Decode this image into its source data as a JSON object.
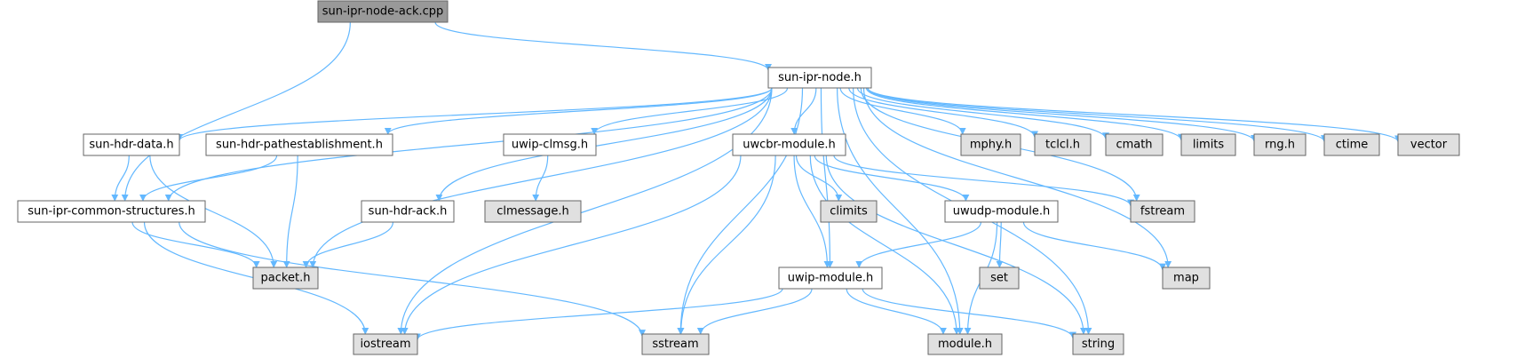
{
  "colors": {
    "edge": "#63b8ff",
    "root_fill": "#999999",
    "header_fill": "#ffffff",
    "system_fill": "#e0e0e0",
    "border": "#666666",
    "background": "#ffffff"
  },
  "nodes": [
    {
      "id": "root",
      "label": "sun-ipr-node-ack.cpp",
      "kind": "root"
    },
    {
      "id": "node_h",
      "label": "sun-ipr-node.h",
      "kind": "header"
    },
    {
      "id": "hdr_data",
      "label": "sun-hdr-data.h",
      "kind": "header"
    },
    {
      "id": "hdr_path",
      "label": "sun-hdr-pathestablishment.h",
      "kind": "header"
    },
    {
      "id": "clmsg",
      "label": "uwip-clmsg.h",
      "kind": "header"
    },
    {
      "id": "uwcbr",
      "label": "uwcbr-module.h",
      "kind": "header"
    },
    {
      "id": "mphy",
      "label": "mphy.h",
      "kind": "system"
    },
    {
      "id": "tclcl",
      "label": "tclcl.h",
      "kind": "system"
    },
    {
      "id": "cmath",
      "label": "cmath",
      "kind": "system"
    },
    {
      "id": "limits",
      "label": "limits",
      "kind": "system"
    },
    {
      "id": "rng",
      "label": "rng.h",
      "kind": "system"
    },
    {
      "id": "ctime",
      "label": "ctime",
      "kind": "system"
    },
    {
      "id": "vector",
      "label": "vector",
      "kind": "system"
    },
    {
      "id": "common",
      "label": "sun-ipr-common-structures.h",
      "kind": "header"
    },
    {
      "id": "hdr_ack",
      "label": "sun-hdr-ack.h",
      "kind": "header"
    },
    {
      "id": "clmessage",
      "label": "clmessage.h",
      "kind": "system"
    },
    {
      "id": "climits",
      "label": "climits",
      "kind": "system"
    },
    {
      "id": "uwudp",
      "label": "uwudp-module.h",
      "kind": "header"
    },
    {
      "id": "fstream",
      "label": "fstream",
      "kind": "system"
    },
    {
      "id": "packet",
      "label": "packet.h",
      "kind": "system"
    },
    {
      "id": "set",
      "label": "set",
      "kind": "system"
    },
    {
      "id": "map",
      "label": "map",
      "kind": "system"
    },
    {
      "id": "uwip",
      "label": "uwip-module.h",
      "kind": "header"
    },
    {
      "id": "iostream",
      "label": "iostream",
      "kind": "system"
    },
    {
      "id": "sstream",
      "label": "sstream",
      "kind": "system"
    },
    {
      "id": "module",
      "label": "module.h",
      "kind": "system"
    },
    {
      "id": "string",
      "label": "string",
      "kind": "system"
    }
  ],
  "edges": [
    [
      "root",
      "node_h"
    ],
    [
      "root",
      "common"
    ],
    [
      "node_h",
      "hdr_data"
    ],
    [
      "node_h",
      "hdr_path"
    ],
    [
      "node_h",
      "clmsg"
    ],
    [
      "node_h",
      "uwcbr"
    ],
    [
      "node_h",
      "mphy"
    ],
    [
      "node_h",
      "tclcl"
    ],
    [
      "node_h",
      "cmath"
    ],
    [
      "node_h",
      "limits"
    ],
    [
      "node_h",
      "rng"
    ],
    [
      "node_h",
      "ctime"
    ],
    [
      "node_h",
      "vector"
    ],
    [
      "node_h",
      "common"
    ],
    [
      "node_h",
      "hdr_ack"
    ],
    [
      "node_h",
      "fstream"
    ],
    [
      "node_h",
      "packet"
    ],
    [
      "node_h",
      "map"
    ],
    [
      "node_h",
      "uwip"
    ],
    [
      "node_h",
      "iostream"
    ],
    [
      "node_h",
      "sstream"
    ],
    [
      "node_h",
      "module"
    ],
    [
      "node_h",
      "string"
    ],
    [
      "hdr_data",
      "common"
    ],
    [
      "hdr_data",
      "packet"
    ],
    [
      "hdr_path",
      "common"
    ],
    [
      "hdr_path",
      "packet"
    ],
    [
      "clmsg",
      "clmessage"
    ],
    [
      "uwcbr",
      "climits"
    ],
    [
      "uwcbr",
      "uwudp"
    ],
    [
      "uwcbr",
      "fstream"
    ],
    [
      "uwcbr",
      "uwip"
    ],
    [
      "uwcbr",
      "iostream"
    ],
    [
      "uwcbr",
      "sstream"
    ],
    [
      "uwcbr",
      "module"
    ],
    [
      "uwcbr",
      "string"
    ],
    [
      "common",
      "packet"
    ],
    [
      "common",
      "iostream"
    ],
    [
      "common",
      "sstream"
    ],
    [
      "hdr_ack",
      "packet"
    ],
    [
      "uwudp",
      "set"
    ],
    [
      "uwudp",
      "map"
    ],
    [
      "uwudp",
      "uwip"
    ],
    [
      "uwudp",
      "module"
    ],
    [
      "uwip",
      "iostream"
    ],
    [
      "uwip",
      "sstream"
    ],
    [
      "uwip",
      "module"
    ],
    [
      "uwip",
      "string"
    ]
  ]
}
